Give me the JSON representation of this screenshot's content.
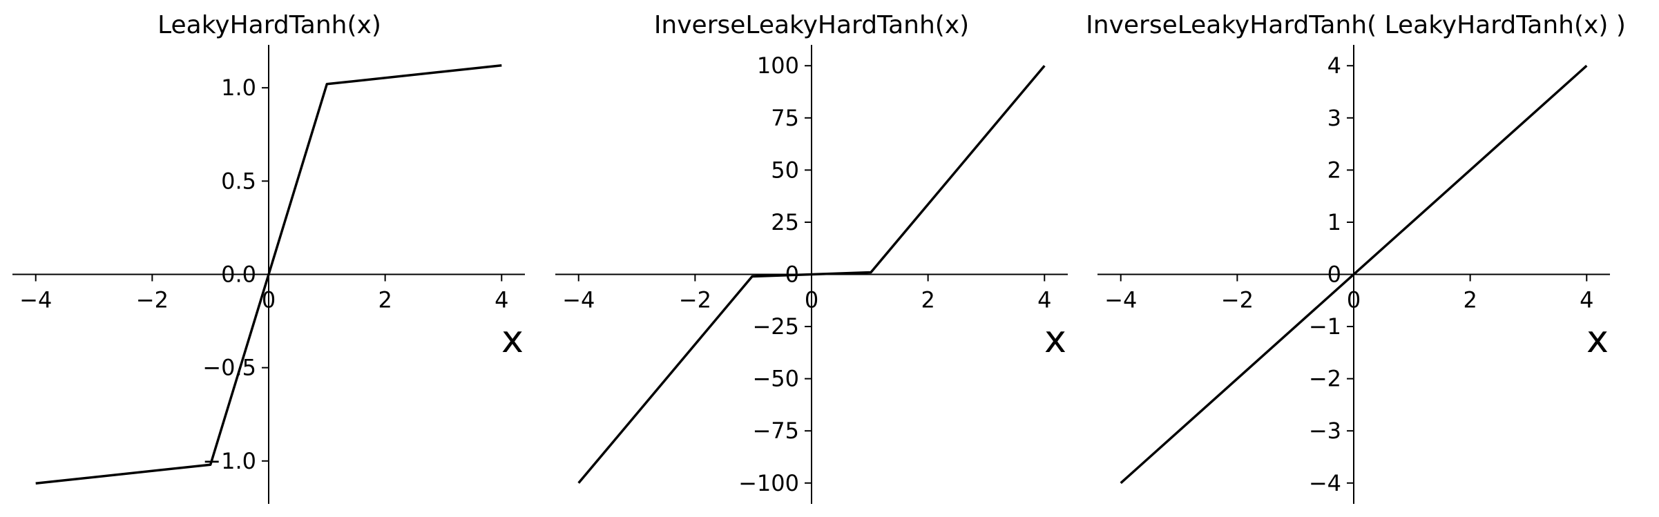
{
  "chart_data": [
    {
      "type": "line",
      "title": "LeakyHardTanh(x)",
      "xlabel": "x",
      "ylabel": "",
      "xlim": [
        -4.4,
        4.4
      ],
      "ylim": [
        -1.23,
        1.23
      ],
      "xticks": [
        -4,
        -2,
        0,
        2,
        4
      ],
      "xtick_labels": [
        "−4",
        "−2",
        "0",
        "2",
        "4"
      ],
      "yticks": [
        -1.0,
        -0.5,
        0.0,
        0.5,
        1.0
      ],
      "ytick_labels": [
        "−1.0",
        "−0.5",
        "0.0",
        "0.5",
        "1.0"
      ],
      "grid": false,
      "axes_through_origin": true,
      "series": [
        {
          "color": "#000000",
          "x": [
            -4,
            -1,
            1,
            4
          ],
          "y": [
            -1.12,
            -1.02,
            1.02,
            1.12
          ]
        }
      ]
    },
    {
      "type": "line",
      "title": "InverseLeakyHardTanh(x)",
      "xlabel": "x",
      "ylabel": "",
      "xlim": [
        -4.4,
        4.4
      ],
      "ylim": [
        -110,
        110
      ],
      "xticks": [
        -4,
        -2,
        0,
        2,
        4
      ],
      "xtick_labels": [
        "−4",
        "−2",
        "0",
        "2",
        "4"
      ],
      "yticks": [
        -100,
        -75,
        -50,
        -25,
        0,
        25,
        50,
        75,
        100
      ],
      "ytick_labels": [
        "−100",
        "−75",
        "−50",
        "−25",
        "0",
        "25",
        "50",
        "75",
        "100"
      ],
      "grid": false,
      "axes_through_origin": true,
      "series": [
        {
          "color": "#000000",
          "x": [
            -4,
            -1.02,
            1.02,
            4
          ],
          "y": [
            -100,
            -1,
            1,
            100
          ]
        }
      ]
    },
    {
      "type": "line",
      "title": "InverseLeakyHardTanh( LeakyHardTanh(x) )",
      "xlabel": "x",
      "ylabel": "",
      "xlim": [
        -4.4,
        4.4
      ],
      "ylim": [
        -4.4,
        4.4
      ],
      "xticks": [
        -4,
        -2,
        0,
        2,
        4
      ],
      "xtick_labels": [
        "−4",
        "−2",
        "0",
        "2",
        "4"
      ],
      "yticks": [
        -4,
        -3,
        -2,
        -1,
        0,
        1,
        2,
        3,
        4
      ],
      "ytick_labels": [
        "−4",
        "−3",
        "−2",
        "−1",
        "0",
        "1",
        "2",
        "3",
        "4"
      ],
      "grid": false,
      "axes_through_origin": true,
      "series": [
        {
          "color": "#000000",
          "x": [
            -4,
            4
          ],
          "y": [
            -4,
            4
          ]
        }
      ]
    }
  ]
}
